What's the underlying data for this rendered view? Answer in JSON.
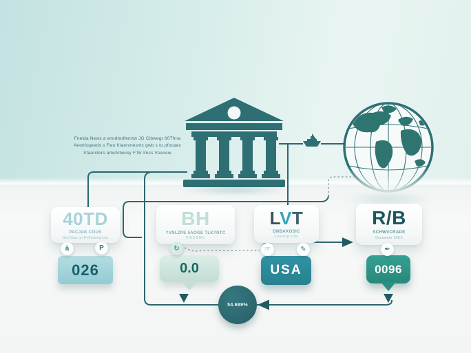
{
  "intro_text": {
    "line1": "Fnelda News a wrodtodfenrtw JG Cibwegr 60Tfma",
    "line2": "Aeonfcqeeds s Fwu Klaervnesmc gwb s tu pfocaec",
    "line3": "Irtaorcters amufctwusy F'Gr lmss Vsenew"
  },
  "cards": [
    {
      "title": "40TD",
      "subtitle": "PACJAK COUS",
      "caption": "Gev'Gau tyt Pvffbdeng'zne"
    },
    {
      "title": "BH",
      "subtitle": "YVNLZPE 5AOGE TLKTNTC",
      "caption": "PIOS-BIKU"
    },
    {
      "title": "LVT",
      "parts": {
        "l": "L",
        "v": "V",
        "t": "T"
      },
      "subtitle": "DNBAKOSIC",
      "caption": "Couvesp-Ovki"
    },
    {
      "title": "R/B",
      "subtitle": "SCHWVCRADE",
      "caption": "Ocuawnts TAES"
    }
  ],
  "values": {
    "box1": "026",
    "box2": "0.0",
    "box3": "USA",
    "box4": "0096"
  },
  "node": {
    "label": "54.689%"
  },
  "badges": {
    "b1": "à",
    "b2": "P",
    "b3": "↻",
    "b4": "☞",
    "b5": "✎",
    "b6": "✒"
  },
  "icons": {
    "bank": "bank-building-icon",
    "globe": "globe-icon",
    "ship": "cargo-ship-icon"
  },
  "colors": {
    "teal_dark": "#2e6f74",
    "teal_box": "#2b8fa0",
    "green_box": "#2f9b8d",
    "cyan_box": "#9ed2d8",
    "sage_box": "#cfe5dc",
    "line": "#2c666d",
    "bg_top": "#cfe9e8",
    "bg_bottom": "#f5f6f6"
  }
}
